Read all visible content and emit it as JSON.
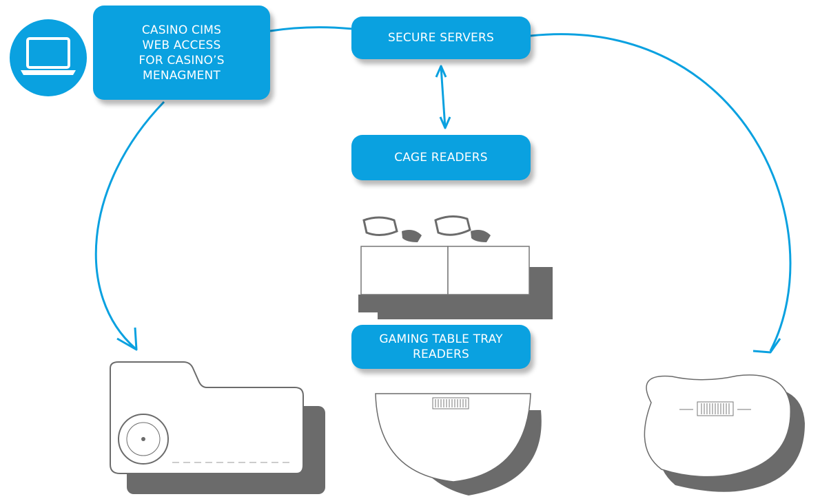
{
  "diagram": {
    "nodes": {
      "web_access": "CASINO CIMS\nWEB ACCESS\nFOR CASINO’S\nMENAGMENT",
      "secure_servers": "SECURE SERVERS",
      "cage_readers": "CAGE READERS",
      "tray_readers": "GAMING TABLE TRAY\nREADERS"
    },
    "icons": {
      "laptop": "laptop-icon",
      "cage_reader_units": "cage-reader-devices",
      "table_left": "gaming-table-rectangular-roulette",
      "table_center": "gaming-table-semicircle",
      "table_right": "gaming-table-kidney"
    },
    "colors": {
      "accent": "#0aa1e0",
      "text_on_accent": "#ffffff",
      "shadow": "#6b6b6b"
    }
  }
}
